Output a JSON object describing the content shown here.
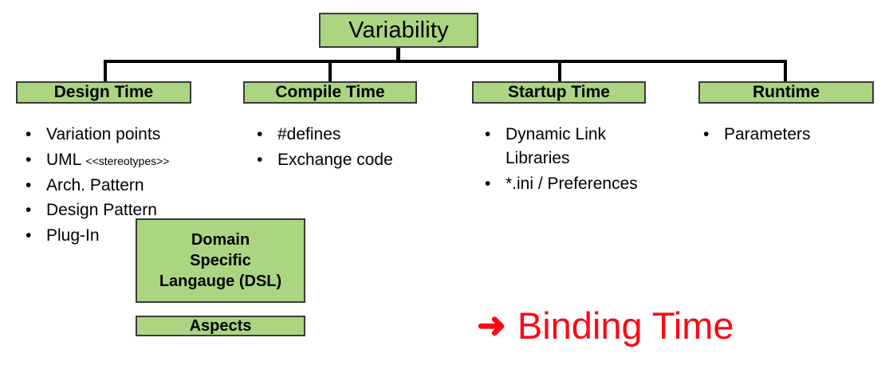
{
  "diagram": {
    "root": {
      "label": "Variability"
    },
    "phases": [
      {
        "label": "Design Time"
      },
      {
        "label": "Compile Time"
      },
      {
        "label": "Startup Time"
      },
      {
        "label": "Runtime"
      }
    ],
    "columns": [
      {
        "name": "design-time",
        "items": [
          {
            "text": "Variation points",
            "tag": ""
          },
          {
            "text": "UML ",
            "tag": "<<stereotypes>>"
          },
          {
            "text": "Arch. Pattern",
            "tag": ""
          },
          {
            "text": "Design Pattern",
            "tag": ""
          },
          {
            "text": "Plug-In",
            "tag": ""
          }
        ]
      },
      {
        "name": "compile-time",
        "items": [
          {
            "text": "#defines",
            "tag": ""
          },
          {
            "text": "Exchange code",
            "tag": ""
          }
        ]
      },
      {
        "name": "startup-time",
        "items": [
          {
            "text": "Dynamic Link\nLibraries",
            "tag": ""
          },
          {
            "text": "*.ini / Preferences",
            "tag": ""
          }
        ]
      },
      {
        "name": "runtime",
        "items": [
          {
            "text": "Parameters",
            "tag": ""
          }
        ]
      }
    ],
    "notes": [
      {
        "name": "dsl-box",
        "lines": [
          "Domain",
          "Specific",
          "Langauge (DSL)"
        ]
      },
      {
        "name": "aspects-box",
        "lines": [
          "Aspects"
        ]
      }
    ],
    "callout": {
      "arrow": "➜",
      "text": "Binding Time"
    },
    "bullet_glyph": "•",
    "colors": {
      "box_fill": "#ACD581",
      "box_border": "#3a3a3a",
      "line": "#000000",
      "callout": "#FA0A14",
      "text": "#000000",
      "background": "#ffffff"
    }
  }
}
